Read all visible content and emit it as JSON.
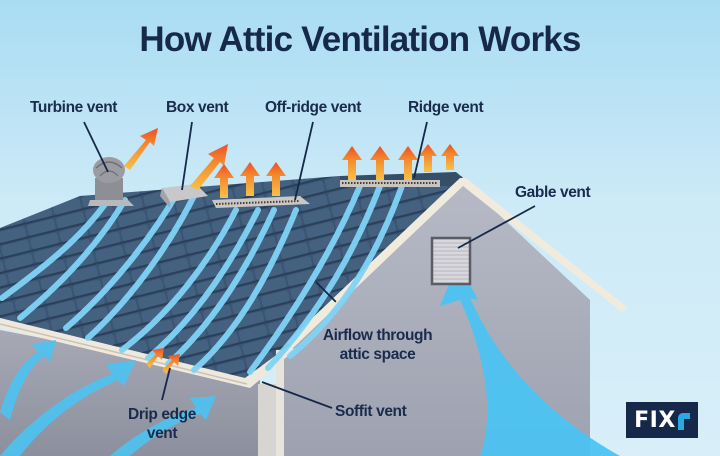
{
  "title": "How Attic Ventilation Works",
  "labels": {
    "turbine_vent": "Turbine vent",
    "box_vent": "Box vent",
    "off_ridge_vent": "Off-ridge vent",
    "ridge_vent": "Ridge vent",
    "gable_vent": "Gable vent",
    "airflow_line1": "Airflow through",
    "airflow_line2": "attic space",
    "soffit_vent": "Soffit vent",
    "drip_edge_line1": "Drip edge",
    "drip_edge_line2": "vent"
  },
  "logo": {
    "text": "FIX",
    "accent_color": "#2aa8e0",
    "bg_color": "#15284a"
  },
  "colors": {
    "title": "#16294a",
    "sky_top": "#a9dcf3",
    "sky_bottom": "#d8eff9",
    "roof_shingle": "#3d5a78",
    "airflow_blue": "#4cc3f2",
    "hot_air_orange": "#f26a2a",
    "hot_air_yellow": "#f7b733",
    "wall_gray": "#a9adba",
    "trim": "#f2ece0"
  }
}
